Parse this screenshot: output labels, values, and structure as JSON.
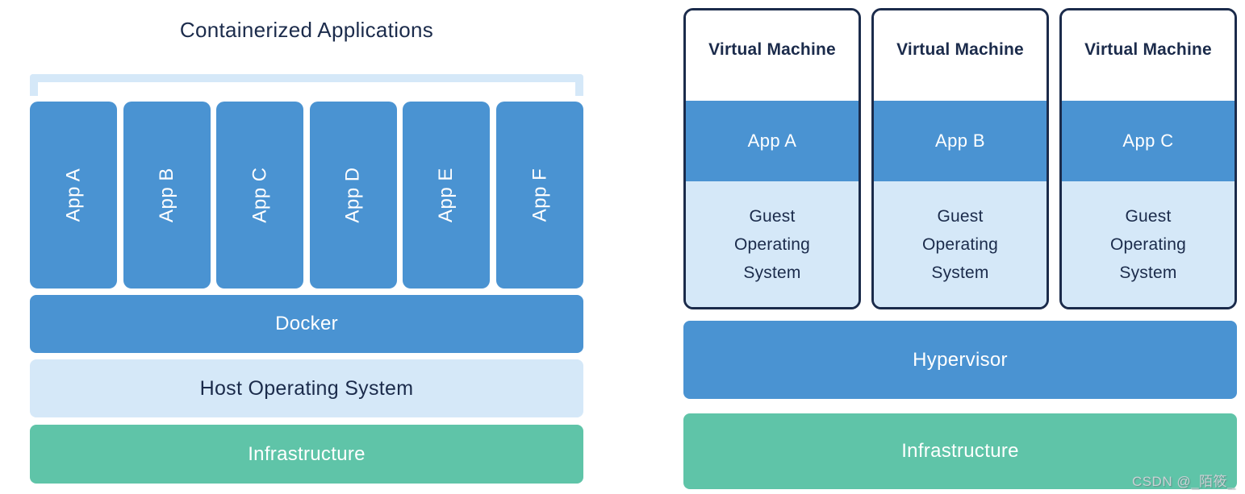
{
  "colors": {
    "blue": "#4A93D2",
    "light_blue": "#D5E8F8",
    "green": "#5FC4A8",
    "navy": "#1B2B4B",
    "white": "#FFFFFF",
    "watermark_color": "#C9D2D4"
  },
  "left": {
    "title": "Containerized Applications",
    "apps": [
      "App A",
      "App B",
      "App C",
      "App D",
      "App E",
      "App F"
    ],
    "layers": [
      {
        "label": "Docker",
        "style": "blue"
      },
      {
        "label": "Host Operating System",
        "style": "light"
      },
      {
        "label": "Infrastructure",
        "style": "green"
      }
    ]
  },
  "right": {
    "vms": [
      {
        "title": "Virtual Machine",
        "app": "App A",
        "os": "Guest Operating System"
      },
      {
        "title": "Virtual Machine",
        "app": "App B",
        "os": "Guest Operating System"
      },
      {
        "title": "Virtual Machine",
        "app": "App C",
        "os": "Guest Operating System"
      }
    ],
    "layers": [
      {
        "label": "Hypervisor",
        "style": "blue"
      },
      {
        "label": "Infrastructure",
        "style": "green"
      }
    ]
  },
  "watermark": "CSDN @_陌筱_"
}
